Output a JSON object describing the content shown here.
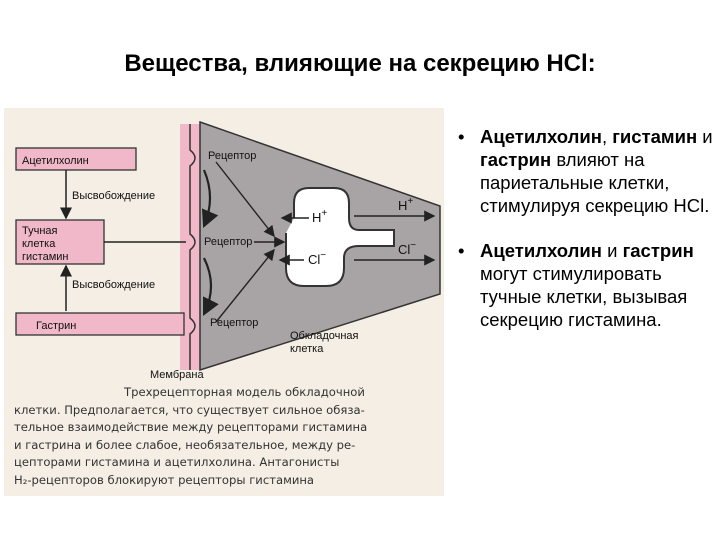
{
  "title": "Вещества, влияющие на секрецию HCl:",
  "figure": {
    "boxes": {
      "acetylcholine": "Ацетилхолин",
      "mast_cell": [
        "Тучная",
        "клетка",
        "гистамин"
      ],
      "gastrin": "Гастрин"
    },
    "release_1": "Высвобождение",
    "release_2": "Высвобождение",
    "receptors": [
      "Рецептор",
      "Рецептор",
      "Рецептор"
    ],
    "membrane": "Мембрана",
    "parietal_cell": [
      "Обкладочная",
      "клетка"
    ],
    "ions": {
      "h_in": "H",
      "cl_in": "Cl",
      "h_out": "H",
      "cl_out": "Cl",
      "plus": "+",
      "minus": "−"
    },
    "caption_lines": [
      "Трехрецепторная модель обкладочной",
      "клетки. Предполагается, что существует сильное обяза-",
      "тельное взаимодействие между рецепторами гистамина",
      "и гастрина и более слабое, необязательное, между ре-",
      "цепторами гистамина и ацетилхолина. Антагонисты",
      "H₂-рецепторов блокируют рецепторы гистамина"
    ],
    "colors": {
      "pink": "#f0b8c8",
      "gray": "#a8a4a6",
      "background": "#f4eee4"
    }
  },
  "bullets": [
    {
      "bold1": "Ацетилхолин",
      "t1": ", ",
      "bold2": "гистамин",
      "t2": " и ",
      "bold3": "гастрин",
      "t3": " влияют на париетальные клетки, стимулируя секрецию HCl."
    },
    {
      "bold1": "Ацетилхолин",
      "t1": " и ",
      "bold2": "гастрин",
      "t2": " могут стимулировать тучные клетки, вызывая секрецию гистамина.",
      "bold3": "",
      "t3": ""
    }
  ]
}
